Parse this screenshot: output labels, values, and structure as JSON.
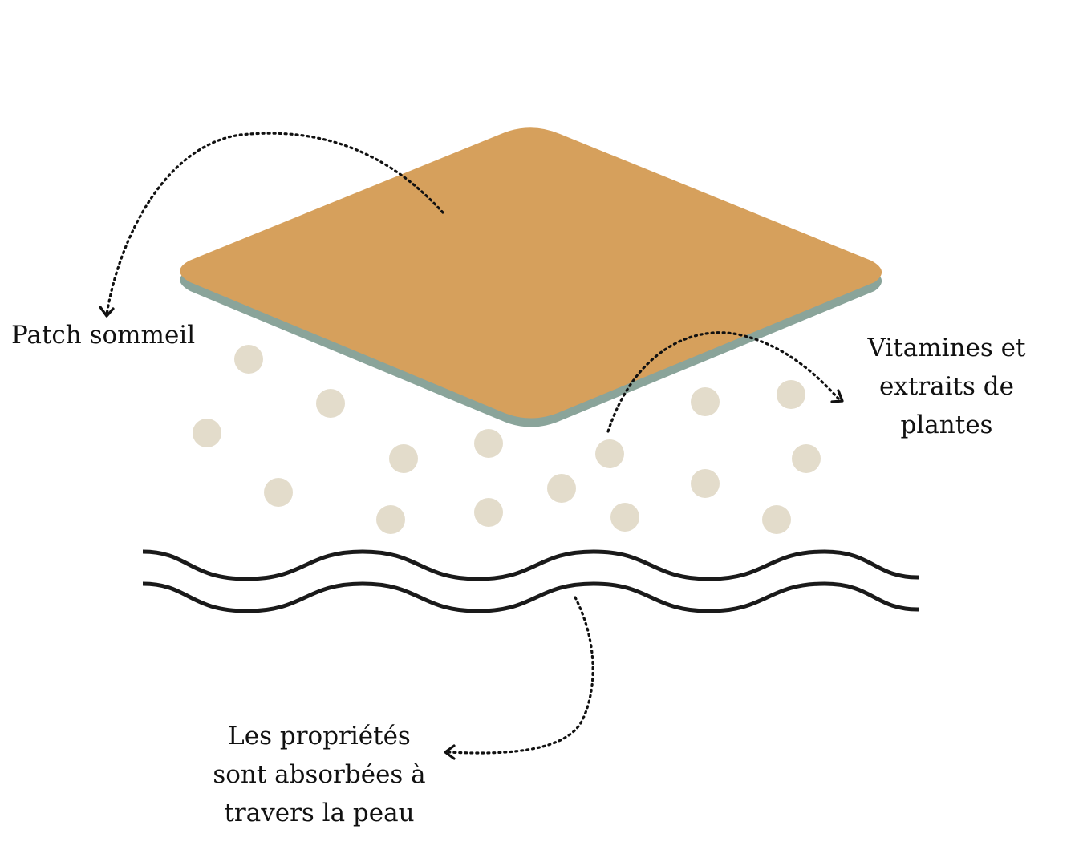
{
  "labels": {
    "patch": "Patch sommeil",
    "vitamins": [
      "Vitamines et",
      "extraits de",
      "plantes"
    ],
    "skin": [
      "Les propriétés",
      "sont absorbées à",
      "travers la peau"
    ]
  },
  "colors": {
    "patch_top": "#d6a05c",
    "patch_edge": "#8aa49a",
    "particle": "#e3dccb",
    "skin_line": "#1a1a1a",
    "arrow": "#111111",
    "text": "#111111",
    "background": "#ffffff"
  }
}
